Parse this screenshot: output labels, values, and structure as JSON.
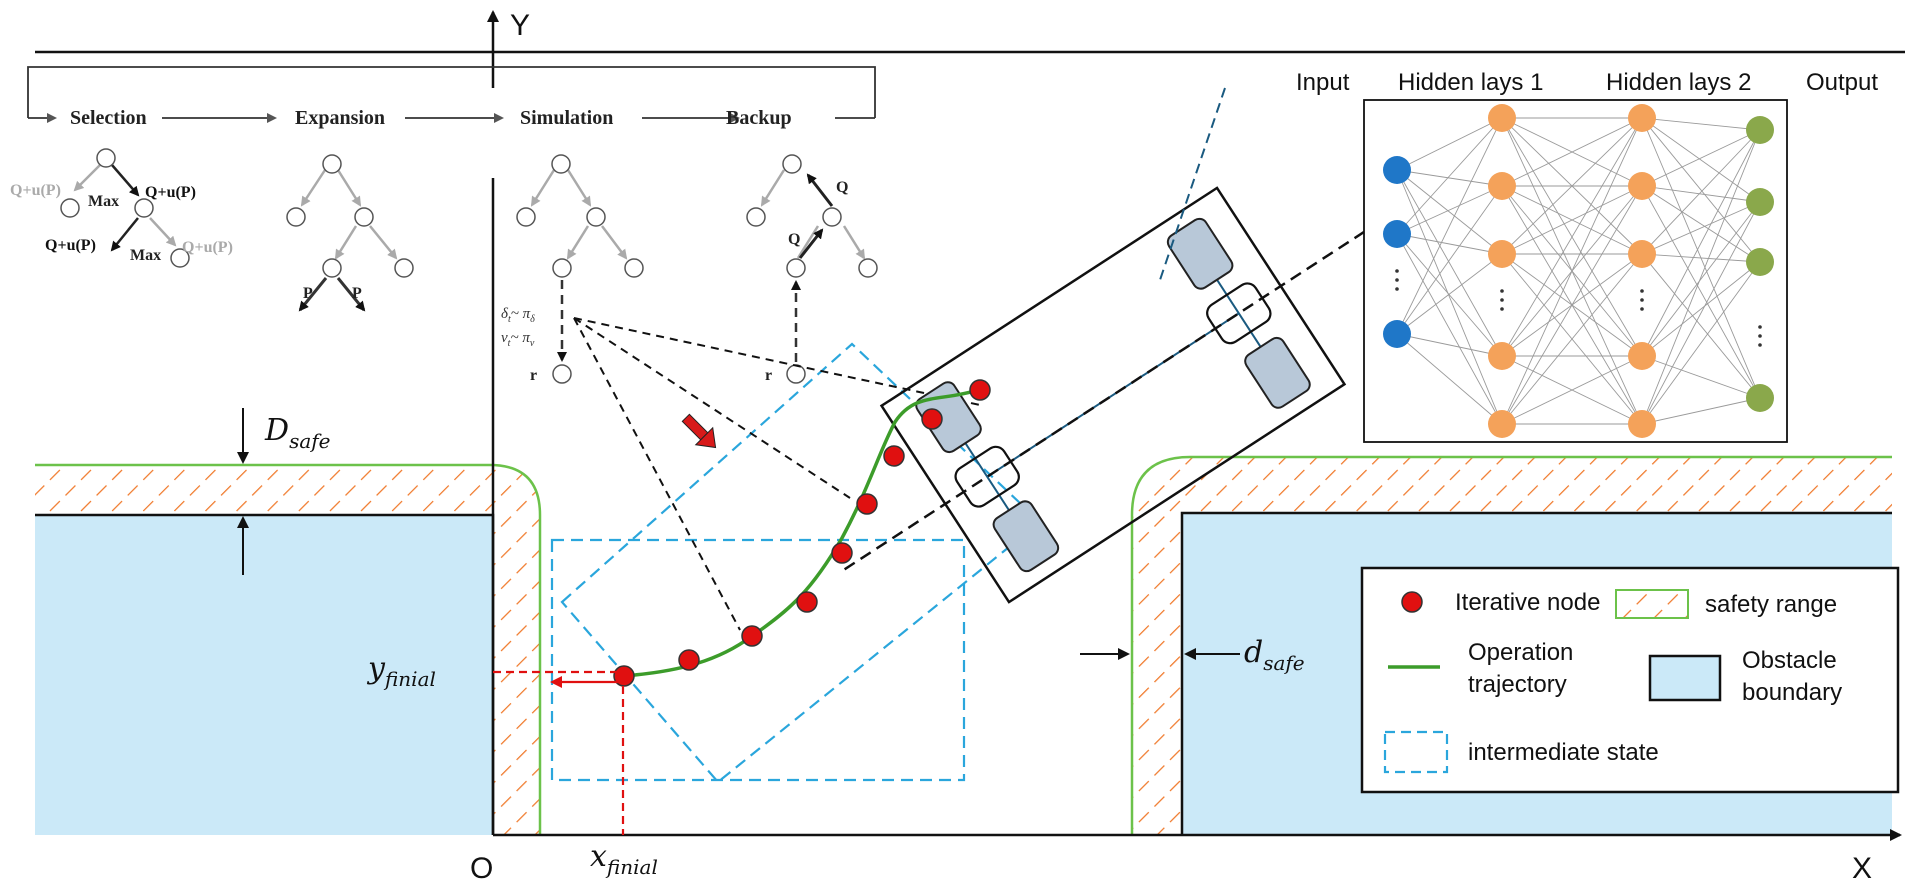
{
  "axes": {
    "y_label": "Y",
    "x_label": "X",
    "origin_label": "O"
  },
  "mcts": {
    "stages": [
      "Selection",
      "Expansion",
      "Simulation",
      "Backup"
    ],
    "qu_label": "Q+u(P)",
    "max_label": "Max",
    "p_label": "P",
    "q_label": "Q",
    "r_label": "r",
    "policy_delta": "δ",
    "policy_delta_pi": "~ π",
    "policy_v": "v",
    "policy_sub_t": "t",
    "policy_sub_delta": "δ",
    "policy_sub_v": "v"
  },
  "network": {
    "layers": [
      "Input",
      "Hidden lays 1",
      "Hidden lays 2",
      "Output"
    ],
    "colors": {
      "input": "#1f77c8",
      "hidden": "#f4a25a",
      "output": "#8aa84b"
    }
  },
  "labels": {
    "d_safe_upper": "D",
    "d_safe_upper_sub": "safe",
    "d_safe_lower": "d",
    "d_safe_lower_sub": "safe",
    "y_finial": "y",
    "y_finial_sub": "finial",
    "x_finial": "x",
    "x_finial_sub": "finial"
  },
  "legend": {
    "iterative_node": "Iterative node",
    "safety_range": "safety range",
    "operation_line1": "Operation",
    "operation_line2": "trajectory",
    "obstacle_line1": "Obstacle",
    "obstacle_line2": "boundary",
    "intermediate_state": "intermediate state"
  },
  "colors": {
    "obstacle_fill": "#cbe9f8",
    "safety_stripe": "#f07a2c",
    "safety_border": "#6cc24a",
    "trajectory": "#3c9c2a",
    "node": "#e01010",
    "intermediate": "#2aa6dc",
    "wheel": "#b8c8d8",
    "axle": "#1a5a80"
  }
}
